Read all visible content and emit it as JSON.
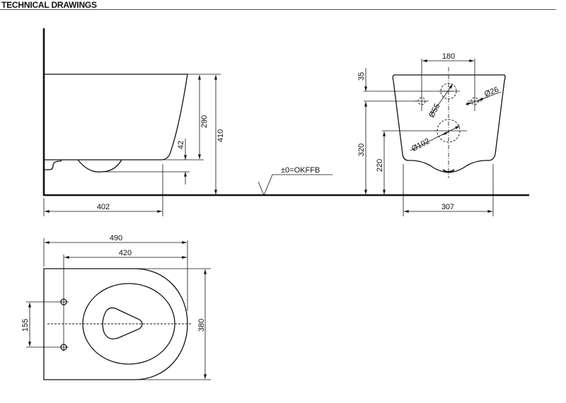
{
  "header": {
    "title": "TECHNICAL DRAWINGS"
  },
  "side_view": {
    "height_bowl": "290",
    "height_total": "410",
    "depth_below": "42",
    "projection": "402",
    "floor_ref": "±0=OKFFB"
  },
  "front_view": {
    "hole_spacing": "180",
    "offset_top": "35",
    "height_fix": "320",
    "height_outlet": "220",
    "width": "307",
    "dia_inlet": "Ø55",
    "dia_fix": "Ø26",
    "dia_outlet": "Ø102"
  },
  "top_view": {
    "length_total": "490",
    "length_fix": "420",
    "width": "380",
    "fix_spacing": "155"
  }
}
